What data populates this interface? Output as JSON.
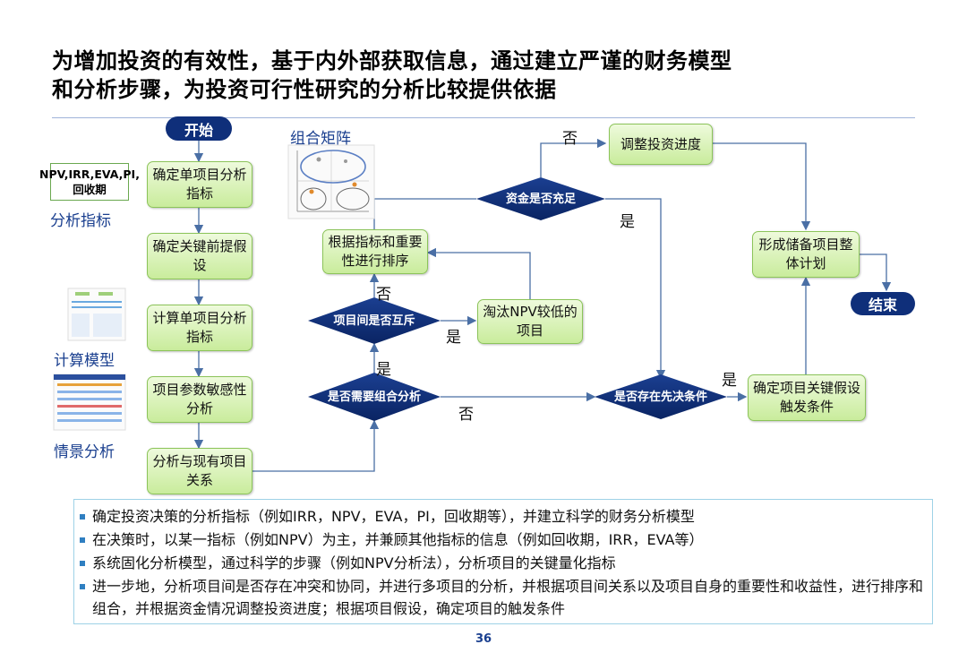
{
  "title": {
    "line1": "为增加投资的有效性，基于内外部获取信息，通过建立严谨的财务模型",
    "line2": "和分析步骤，为投资可行性研究的分析比较提供依据"
  },
  "sidebar": {
    "metrics_box": "NPV,IRR,EVA,PI,回收期",
    "metrics_label": "分析指标",
    "calc_label": "计算模型",
    "scenario_label": "情景分析",
    "matrix_label": "组合矩阵"
  },
  "flow": {
    "start": "开始",
    "end": "结束",
    "step1": "确定单项目分析指标",
    "step2": "确定关键前提假设",
    "step3": "计算单项目分析指标",
    "step4": "项目参数敏感性分析",
    "step5": "分析与现有项目关系",
    "rank": "根据指标和重要性进行排序",
    "eliminate": "淘汰NPV较低的项目",
    "adjust": "调整投资进度",
    "plan": "形成储备项目整体计划",
    "trigger": "确定项目关键假设触发条件",
    "d_combine": "是否需要组合分析",
    "d_exclusive": "项目间是否互斥",
    "d_funds": "资金是否充足",
    "d_precond": "是否存在先决条件",
    "yes": "是",
    "no": "否"
  },
  "bullets": [
    "确定投资决策的分析指标（例如IRR，NPV，EVA，PI，回收期等），并建立科学的财务分析模型",
    "在决策时，以某一指标（例如NPV）为主，并兼顾其他指标的信息（例如回收期，IRR，EVA等）",
    "系统固化分析模型，通过科学的步骤（例如NPV分析法），分析项目的关键量化指标",
    "进一步地，分析项目间是否存在冲突和协同，并进行多项目的分析，并根据项目间关系以及项目自身的重要性和收益性，进行排序和组合，并根据资金情况调整投资进度；根据项目假设，确定项目的触发条件"
  ],
  "page_number": "36",
  "colors": {
    "navy": "#0f2f7a",
    "box_fill": "#d6f0b4",
    "arrow": "#4a6fa5"
  }
}
